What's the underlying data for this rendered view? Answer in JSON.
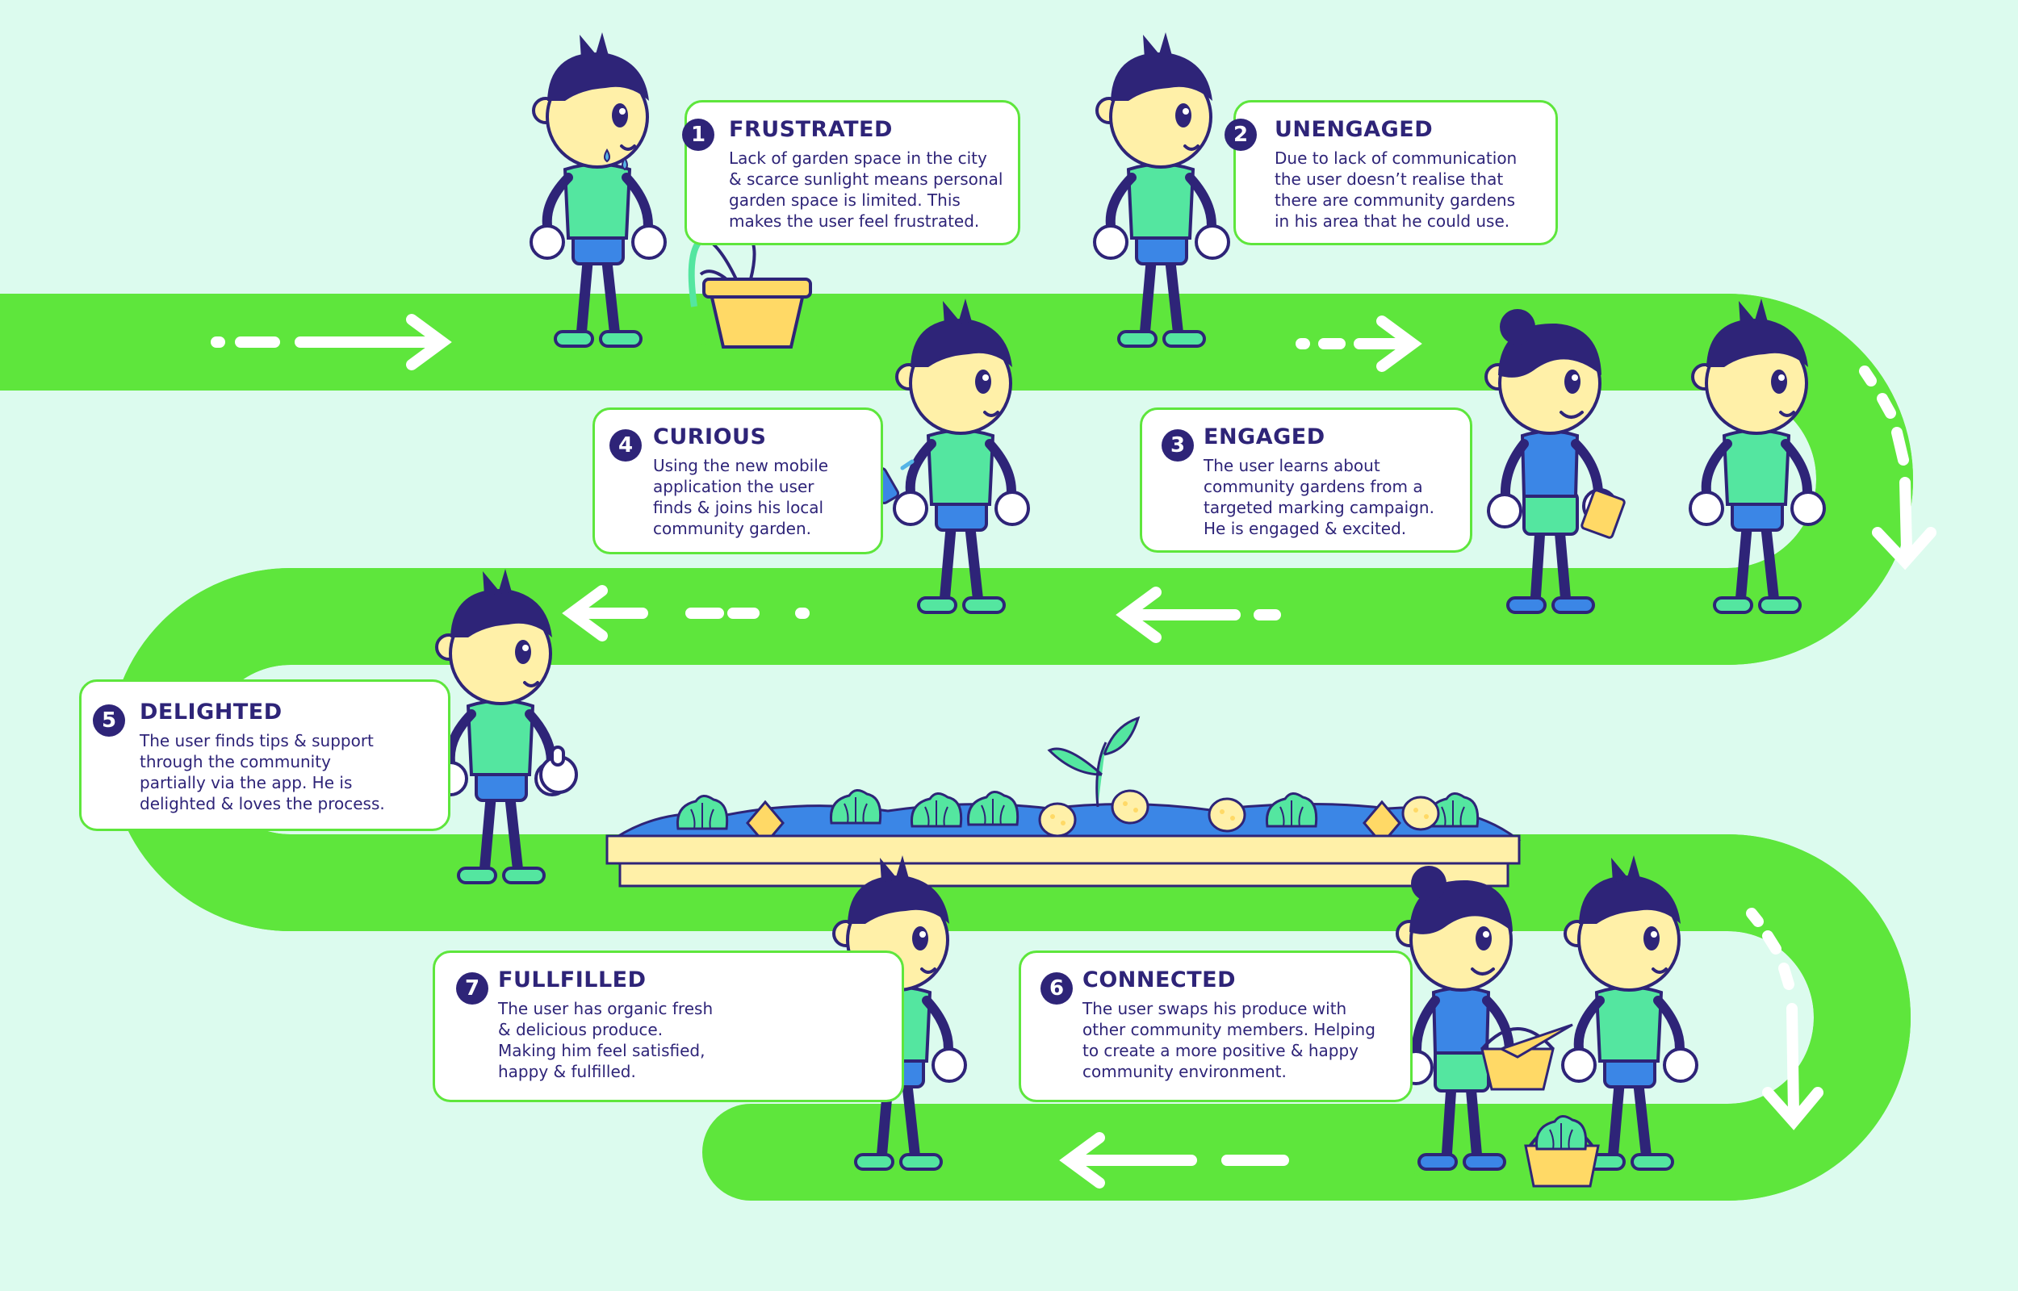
{
  "stages": [
    {
      "number": "1",
      "title": "FRUSTRATED",
      "text": "Lack of garden space in the city\n& scarce sunlight means personal\ngarden space is limited. This\nmakes the user feel frustrated."
    },
    {
      "number": "2",
      "title": "UNENGAGED",
      "text": "Due to lack of communication\nthe user doesn’t realise that\nthere are community gardens\nin his area that he could use."
    },
    {
      "number": "3",
      "title": "ENGAGED",
      "text": "The user learns about\ncommunity gardens from a\ntargeted marking campaign.\nHe is engaged & excited."
    },
    {
      "number": "4",
      "title": "CURIOUS",
      "text": "Using the new mobile\napplication the user\nfinds & joins his local\ncommunity garden."
    },
    {
      "number": "5",
      "title": "DELIGHTED",
      "text": "The user finds tips & support\nthrough the community\npartially via the app. He is\ndelighted & loves the process."
    },
    {
      "number": "6",
      "title": "CONNECTED",
      "text": "The user swaps his produce with\nother community members. Helping\nto create a more positive & happy\ncommunity environment."
    },
    {
      "number": "7",
      "title": "FULLFILLED",
      "text": "The user has organic fresh\n& delicious  produce.\nMaking him feel satisfied,\nhappy & fulfilled."
    }
  ],
  "colors": {
    "background": "#dcfbee",
    "path": "#5ee63c",
    "navy": "#2e2478",
    "skin": "#fff0a8",
    "shirt": "#54e6a0",
    "shorts": "#3b86e6",
    "shoe": "#54e6a0",
    "glove": "#ffffff",
    "pot": "#ffd966",
    "water": "#3b86e6",
    "cabbage": "#54e6a0"
  },
  "icons": [
    "arrow-right-icon",
    "arrow-left-icon",
    "arrow-down-icon",
    "flower-pot-icon",
    "garden-bed-icon",
    "phone-icon",
    "flyer-icon",
    "basket-icon",
    "carrot-icon",
    "thumbs-up-icon"
  ]
}
